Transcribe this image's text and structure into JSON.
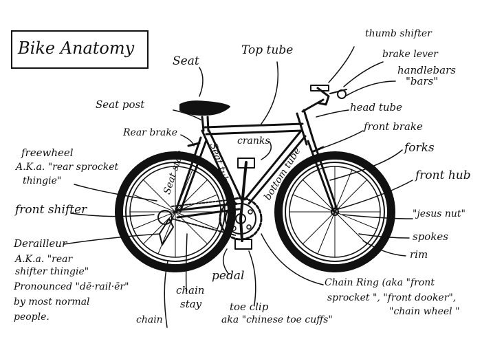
{
  "title": "Bike Anatomy",
  "labels": {
    "thumb_shifter": "thumb shifter",
    "brake_lever": "brake lever",
    "handlebars": "handlebars",
    "handlebars_aka": "\"bars\"",
    "seat": "Seat",
    "top_tube": "Top tube",
    "seat_post": "Seat post",
    "head_tube": "head tube",
    "rear_brake": "Rear brake",
    "front_brake": "front brake",
    "cranks": "cranks",
    "seat_tube": "Seat tube",
    "seat_stay": "Seat stay",
    "bottom_tube": "bottom tube",
    "forks": "forks",
    "freewheel": "freewheel",
    "freewheel_aka1": "A.K.a. \"rear sprocket",
    "freewheel_aka2": "thingie\"",
    "front_hub": "front hub",
    "front_shifter": "front shifter",
    "jesus_nut": "\"jesus nut\"",
    "derailleur": "Derailleur",
    "derailleur_aka1": "A.K.a. \"rear",
    "derailleur_aka2": "shifter thingie\"",
    "derailleur_pron1": "Pronounced \"dē·rail·ēr\"",
    "derailleur_pron2": "by most normal",
    "derailleur_pron3": "people.",
    "spokes": "spokes",
    "rim": "rim",
    "pedal": "pedal",
    "chain_stay1": "chain",
    "chain_stay2": "stay",
    "chain_ring1": "Chain Ring (aka \"front",
    "chain_ring2": "sprocket \", \"front dooker\",",
    "chain_ring3": "\"chain wheel \"",
    "toe_clip1": "toe clip",
    "toe_clip2": "aka \"chinese toe cuffs\"",
    "chain": "chain"
  }
}
